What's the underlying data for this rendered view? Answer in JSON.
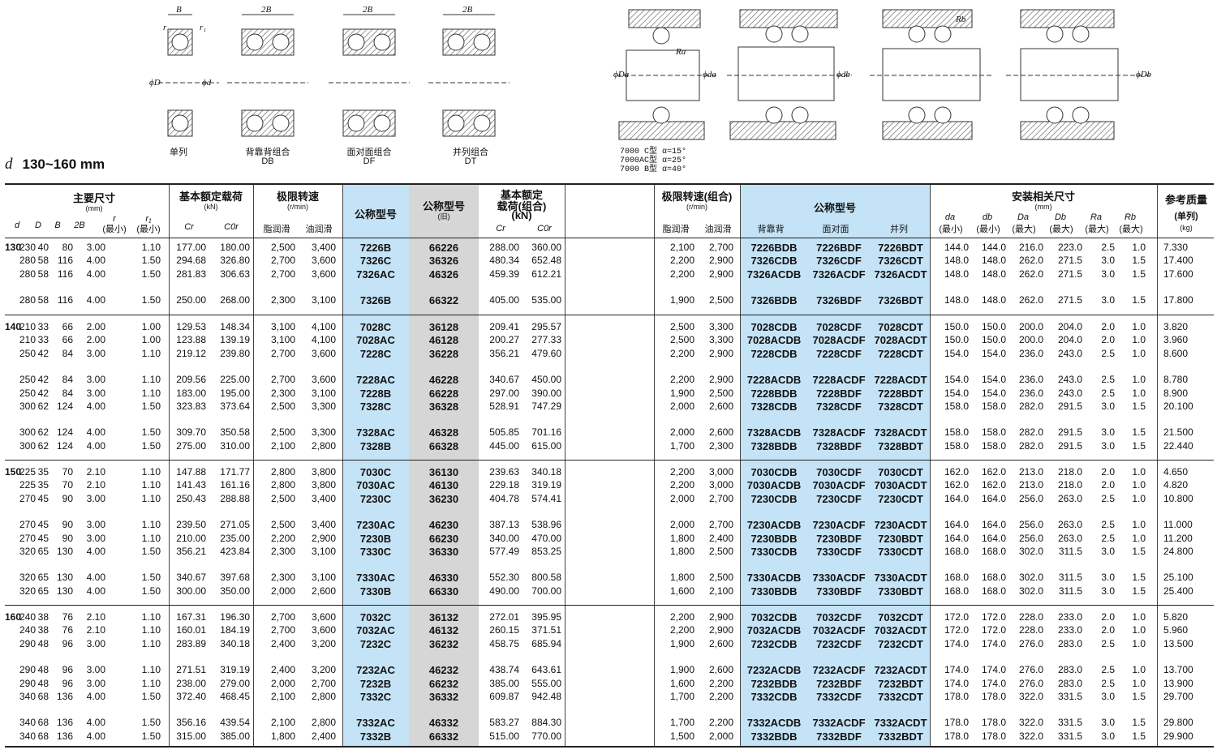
{
  "diagram_captions": {
    "single": "单列",
    "db": "背靠背组合",
    "db_code": "DB",
    "df": "面对面组合",
    "df_code": "DF",
    "dt": "并列组合",
    "dt_code": "DT"
  },
  "diagram_labels": {
    "B": "B",
    "twoB": "2B",
    "r": "r",
    "r1": "r₁",
    "phiD": "ϕD",
    "phid": "ϕd",
    "phiDa": "ϕDa",
    "phida": "ϕda",
    "phiDb": "ϕDb",
    "phidb": "ϕdb",
    "Ra": "Ra",
    "Rb": "Rb"
  },
  "legend": [
    "7000  C型  α=15°",
    "7000AC型  α=25°",
    "7000  B型  α=40°"
  ],
  "heading": {
    "symbol": "d",
    "range": "130~160 mm"
  },
  "headers": {
    "main_dims": "主要尺寸",
    "main_dims_unit": "(mm)",
    "col_d": "d",
    "col_D": "D",
    "col_B": "B",
    "col_2B": "2B",
    "col_r": "r",
    "col_r_note": "(最小)",
    "col_r1": "r₁",
    "col_r1_note": "(最小)",
    "load": "基本额定载荷",
    "load_unit": "(kN)",
    "col_cr": "Cr",
    "col_cor": "C0r",
    "speed": "极限转速",
    "speed_unit": "(r/min)",
    "grease": "脂润滑",
    "oil": "油润滑",
    "model": "公称型号",
    "model_old": "公称型号",
    "model_old_note": "(旧)",
    "load_combo_1": "基本额定",
    "load_combo_2": "载荷(组合)",
    "load_combo_3": "(kN)",
    "speed_combo": "极限转速(组合)",
    "speed_combo_unit": "(r/min)",
    "grease2": "脂润滑",
    "oil2": "油润滑",
    "model_combo": "公称型号",
    "col_db": "背靠背",
    "col_df": "面对面",
    "col_dt": "并列",
    "mount": "安装相关尺寸",
    "mount_unit": "(mm)",
    "col_da": "da",
    "col_db2": "db",
    "col_Da": "Da",
    "col_Db": "Db",
    "col_Ra": "Ra",
    "col_Rb": "Rb",
    "note_min": "(最小)",
    "note_max": "(最大)",
    "mass": "参考质量",
    "mass_note": "(单列)",
    "mass_unit": "(kg)"
  },
  "groups": [
    {
      "d": "130",
      "rows": [
        [
          "230",
          "40",
          "80",
          "3.00",
          "1.10",
          "177.00",
          "180.00",
          "2,500",
          "3,400",
          "7226B",
          "66226",
          "288.00",
          "360.00",
          "2,100",
          "2,700",
          "7226BDB",
          "7226BDF",
          "7226BDT",
          "144.0",
          "144.0",
          "216.0",
          "223.0",
          "2.5",
          "1.0",
          "7.330"
        ],
        [
          "280",
          "58",
          "116",
          "4.00",
          "1.50",
          "294.68",
          "326.80",
          "2,700",
          "3,600",
          "7326C",
          "36326",
          "480.34",
          "652.48",
          "2,200",
          "2,900",
          "7326CDB",
          "7326CDF",
          "7326CDT",
          "148.0",
          "148.0",
          "262.0",
          "271.5",
          "3.0",
          "1.5",
          "17.400"
        ],
        [
          "280",
          "58",
          "116",
          "4.00",
          "1.50",
          "281.83",
          "306.63",
          "2,700",
          "3,600",
          "7326AC",
          "46326",
          "459.39",
          "612.21",
          "2,200",
          "2,900",
          "7326ACDB",
          "7326ACDF",
          "7326ACDT",
          "148.0",
          "148.0",
          "262.0",
          "271.5",
          "3.0",
          "1.5",
          "17.600"
        ],
        [
          "280",
          "58",
          "116",
          "4.00",
          "1.50",
          "250.00",
          "268.00",
          "2,300",
          "3,100",
          "7326B",
          "66322",
          "405.00",
          "535.00",
          "1,900",
          "2,500",
          "7326BDB",
          "7326BDF",
          "7326BDT",
          "148.0",
          "148.0",
          "262.0",
          "271.5",
          "3.0",
          "1.5",
          "17.800"
        ]
      ]
    },
    {
      "d": "140",
      "rows": [
        [
          "210",
          "33",
          "66",
          "2.00",
          "1.00",
          "129.53",
          "148.34",
          "3,100",
          "4,100",
          "7028C",
          "36128",
          "209.41",
          "295.57",
          "2,500",
          "3,300",
          "7028CDB",
          "7028CDF",
          "7028CDT",
          "150.0",
          "150.0",
          "200.0",
          "204.0",
          "2.0",
          "1.0",
          "3.820"
        ],
        [
          "210",
          "33",
          "66",
          "2.00",
          "1.00",
          "123.88",
          "139.19",
          "3,100",
          "4,100",
          "7028AC",
          "46128",
          "200.27",
          "277.33",
          "2,500",
          "3,300",
          "7028ACDB",
          "7028ACDF",
          "7028ACDT",
          "150.0",
          "150.0",
          "200.0",
          "204.0",
          "2.0",
          "1.0",
          "3.960"
        ],
        [
          "250",
          "42",
          "84",
          "3.00",
          "1.10",
          "219.12",
          "239.80",
          "2,700",
          "3,600",
          "7228C",
          "36228",
          "356.21",
          "479.60",
          "2,200",
          "2,900",
          "7228CDB",
          "7228CDF",
          "7228CDT",
          "154.0",
          "154.0",
          "236.0",
          "243.0",
          "2.5",
          "1.0",
          "8.600"
        ],
        [
          "250",
          "42",
          "84",
          "3.00",
          "1.10",
          "209.56",
          "225.00",
          "2,700",
          "3,600",
          "7228AC",
          "46228",
          "340.67",
          "450.00",
          "2,200",
          "2,900",
          "7228ACDB",
          "7228ACDF",
          "7228ACDT",
          "154.0",
          "154.0",
          "236.0",
          "243.0",
          "2.5",
          "1.0",
          "8.780"
        ],
        [
          "250",
          "42",
          "84",
          "3.00",
          "1.10",
          "183.00",
          "195.00",
          "2,300",
          "3,100",
          "7228B",
          "66228",
          "297.00",
          "390.00",
          "1,900",
          "2,500",
          "7228BDB",
          "7228BDF",
          "7228BDT",
          "154.0",
          "154.0",
          "236.0",
          "243.0",
          "2.5",
          "1.0",
          "8.900"
        ],
        [
          "300",
          "62",
          "124",
          "4.00",
          "1.50",
          "323.83",
          "373.64",
          "2,500",
          "3,300",
          "7328C",
          "36328",
          "528.91",
          "747.29",
          "2,000",
          "2,600",
          "7328CDB",
          "7328CDF",
          "7328CDT",
          "158.0",
          "158.0",
          "282.0",
          "291.5",
          "3.0",
          "1.5",
          "20.100"
        ],
        [
          "300",
          "62",
          "124",
          "4.00",
          "1.50",
          "309.70",
          "350.58",
          "2,500",
          "3,300",
          "7328AC",
          "46328",
          "505.85",
          "701.16",
          "2,000",
          "2,600",
          "7328ACDB",
          "7328ACDF",
          "7328ACDT",
          "158.0",
          "158.0",
          "282.0",
          "291.5",
          "3.0",
          "1.5",
          "21.500"
        ],
        [
          "300",
          "62",
          "124",
          "4.00",
          "1.50",
          "275.00",
          "310.00",
          "2,100",
          "2,800",
          "7328B",
          "66328",
          "445.00",
          "615.00",
          "1,700",
          "2,300",
          "7328BDB",
          "7328BDF",
          "7328BDT",
          "158.0",
          "158.0",
          "282.0",
          "291.5",
          "3.0",
          "1.5",
          "22.440"
        ]
      ]
    },
    {
      "d": "150",
      "rows": [
        [
          "225",
          "35",
          "70",
          "2.10",
          "1.10",
          "147.88",
          "171.77",
          "2,800",
          "3,800",
          "7030C",
          "36130",
          "239.63",
          "340.18",
          "2,200",
          "3,000",
          "7030CDB",
          "7030CDF",
          "7030CDT",
          "162.0",
          "162.0",
          "213.0",
          "218.0",
          "2.0",
          "1.0",
          "4.650"
        ],
        [
          "225",
          "35",
          "70",
          "2.10",
          "1.10",
          "141.43",
          "161.16",
          "2,800",
          "3,800",
          "7030AC",
          "46130",
          "229.18",
          "319.19",
          "2,200",
          "3,000",
          "7030ACDB",
          "7030ACDF",
          "7030ACDT",
          "162.0",
          "162.0",
          "213.0",
          "218.0",
          "2.0",
          "1.0",
          "4.820"
        ],
        [
          "270",
          "45",
          "90",
          "3.00",
          "1.10",
          "250.43",
          "288.88",
          "2,500",
          "3,400",
          "7230C",
          "36230",
          "404.78",
          "574.41",
          "2,000",
          "2,700",
          "7230CDB",
          "7230CDF",
          "7230CDT",
          "164.0",
          "164.0",
          "256.0",
          "263.0",
          "2.5",
          "1.0",
          "10.800"
        ],
        [
          "270",
          "45",
          "90",
          "3.00",
          "1.10",
          "239.50",
          "271.05",
          "2,500",
          "3,400",
          "7230AC",
          "46230",
          "387.13",
          "538.96",
          "2,000",
          "2,700",
          "7230ACDB",
          "7230ACDF",
          "7230ACDT",
          "164.0",
          "164.0",
          "256.0",
          "263.0",
          "2.5",
          "1.0",
          "11.000"
        ],
        [
          "270",
          "45",
          "90",
          "3.00",
          "1.10",
          "210.00",
          "235.00",
          "2,200",
          "2,900",
          "7230B",
          "66230",
          "340.00",
          "470.00",
          "1,800",
          "2,400",
          "7230BDB",
          "7230BDF",
          "7230BDT",
          "164.0",
          "164.0",
          "256.0",
          "263.0",
          "2.5",
          "1.0",
          "11.200"
        ],
        [
          "320",
          "65",
          "130",
          "4.00",
          "1.50",
          "356.21",
          "423.84",
          "2,300",
          "3,100",
          "7330C",
          "36330",
          "577.49",
          "853.25",
          "1,800",
          "2,500",
          "7330CDB",
          "7330CDF",
          "7330CDT",
          "168.0",
          "168.0",
          "302.0",
          "311.5",
          "3.0",
          "1.5",
          "24.800"
        ],
        [
          "320",
          "65",
          "130",
          "4.00",
          "1.50",
          "340.67",
          "397.68",
          "2,300",
          "3,100",
          "7330AC",
          "46330",
          "552.30",
          "800.58",
          "1,800",
          "2,500",
          "7330ACDB",
          "7330ACDF",
          "7330ACDT",
          "168.0",
          "168.0",
          "302.0",
          "311.5",
          "3.0",
          "1.5",
          "25.100"
        ],
        [
          "320",
          "65",
          "130",
          "4.00",
          "1.50",
          "300.00",
          "350.00",
          "2,000",
          "2,600",
          "7330B",
          "66330",
          "490.00",
          "700.00",
          "1,600",
          "2,100",
          "7330BDB",
          "7330BDF",
          "7330BDT",
          "168.0",
          "168.0",
          "302.0",
          "311.5",
          "3.0",
          "1.5",
          "25.400"
        ]
      ]
    },
    {
      "d": "160",
      "rows": [
        [
          "240",
          "38",
          "76",
          "2.10",
          "1.10",
          "167.31",
          "196.30",
          "2,700",
          "3,600",
          "7032C",
          "36132",
          "272.01",
          "395.95",
          "2,200",
          "2,900",
          "7032CDB",
          "7032CDF",
          "7032CDT",
          "172.0",
          "172.0",
          "228.0",
          "233.0",
          "2.0",
          "1.0",
          "5.820"
        ],
        [
          "240",
          "38",
          "76",
          "2.10",
          "1.10",
          "160.01",
          "184.19",
          "2,700",
          "3,600",
          "7032AC",
          "46132",
          "260.15",
          "371.51",
          "2,200",
          "2,900",
          "7032ACDB",
          "7032ACDF",
          "7032ACDT",
          "172.0",
          "172.0",
          "228.0",
          "233.0",
          "2.0",
          "1.0",
          "5.960"
        ],
        [
          "290",
          "48",
          "96",
          "3.00",
          "1.10",
          "283.89",
          "340.18",
          "2,400",
          "3,200",
          "7232C",
          "36232",
          "458.75",
          "685.94",
          "1,900",
          "2,600",
          "7232CDB",
          "7232CDF",
          "7232CDT",
          "174.0",
          "174.0",
          "276.0",
          "283.0",
          "2.5",
          "1.0",
          "13.500"
        ],
        [
          "290",
          "48",
          "96",
          "3.00",
          "1.10",
          "271.51",
          "319.19",
          "2,400",
          "3,200",
          "7232AC",
          "46232",
          "438.74",
          "643.61",
          "1,900",
          "2,600",
          "7232ACDB",
          "7232ACDF",
          "7232ACDT",
          "174.0",
          "174.0",
          "276.0",
          "283.0",
          "2.5",
          "1.0",
          "13.700"
        ],
        [
          "290",
          "48",
          "96",
          "3.00",
          "1.10",
          "238.00",
          "279.00",
          "2,000",
          "2,700",
          "7232B",
          "66232",
          "385.00",
          "555.00",
          "1,600",
          "2,200",
          "7232BDB",
          "7232BDF",
          "7232BDT",
          "174.0",
          "174.0",
          "276.0",
          "283.0",
          "2.5",
          "1.0",
          "13.900"
        ],
        [
          "340",
          "68",
          "136",
          "4.00",
          "1.50",
          "372.40",
          "468.45",
          "2,100",
          "2,800",
          "7332C",
          "36332",
          "609.87",
          "942.48",
          "1,700",
          "2,200",
          "7332CDB",
          "7332CDF",
          "7332CDT",
          "178.0",
          "178.0",
          "322.0",
          "331.5",
          "3.0",
          "1.5",
          "29.700"
        ],
        [
          "340",
          "68",
          "136",
          "4.00",
          "1.50",
          "356.16",
          "439.54",
          "2,100",
          "2,800",
          "7332AC",
          "46332",
          "583.27",
          "884.30",
          "1,700",
          "2,200",
          "7332ACDB",
          "7332ACDF",
          "7332ACDT",
          "178.0",
          "178.0",
          "322.0",
          "331.5",
          "3.0",
          "1.5",
          "29.800"
        ],
        [
          "340",
          "68",
          "136",
          "4.00",
          "1.50",
          "315.00",
          "385.00",
          "1,800",
          "2,400",
          "7332B",
          "66332",
          "515.00",
          "770.00",
          "1,500",
          "2,000",
          "7332BDB",
          "7332BDF",
          "7332BDT",
          "178.0",
          "178.0",
          "322.0",
          "331.5",
          "3.0",
          "1.5",
          "29.900"
        ]
      ]
    }
  ],
  "colors": {
    "model_band": "#c5e3f6",
    "old_model_band": "#d6d6d6",
    "rule": "#222222"
  }
}
